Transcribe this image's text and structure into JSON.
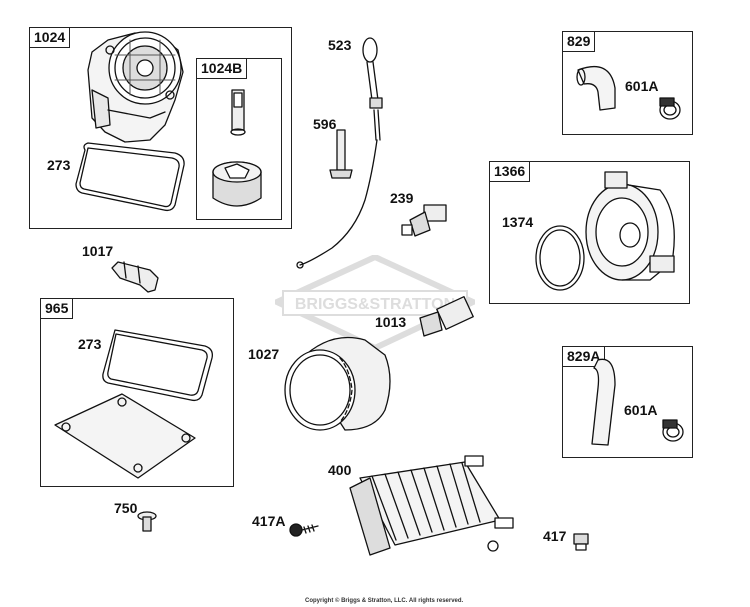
{
  "watermark": "BRIGGS&STRATTON",
  "copyright": "Copyright © Briggs & Stratton, LLC. All rights reserved.",
  "boxes": {
    "b1024": "1024",
    "b1024B": "1024B",
    "b829": "829",
    "b1366": "1366",
    "b965": "965",
    "b829A": "829A"
  },
  "labels": {
    "l273a": "273",
    "l523": "523",
    "l596": "596",
    "l239": "239",
    "l601Aa": "601A",
    "l1374": "1374",
    "l1017": "1017",
    "l273b": "273",
    "l1027": "1027",
    "l1013": "1013",
    "l601Ab": "601A",
    "l400": "400",
    "l750": "750",
    "l417A": "417A",
    "l417": "417"
  }
}
